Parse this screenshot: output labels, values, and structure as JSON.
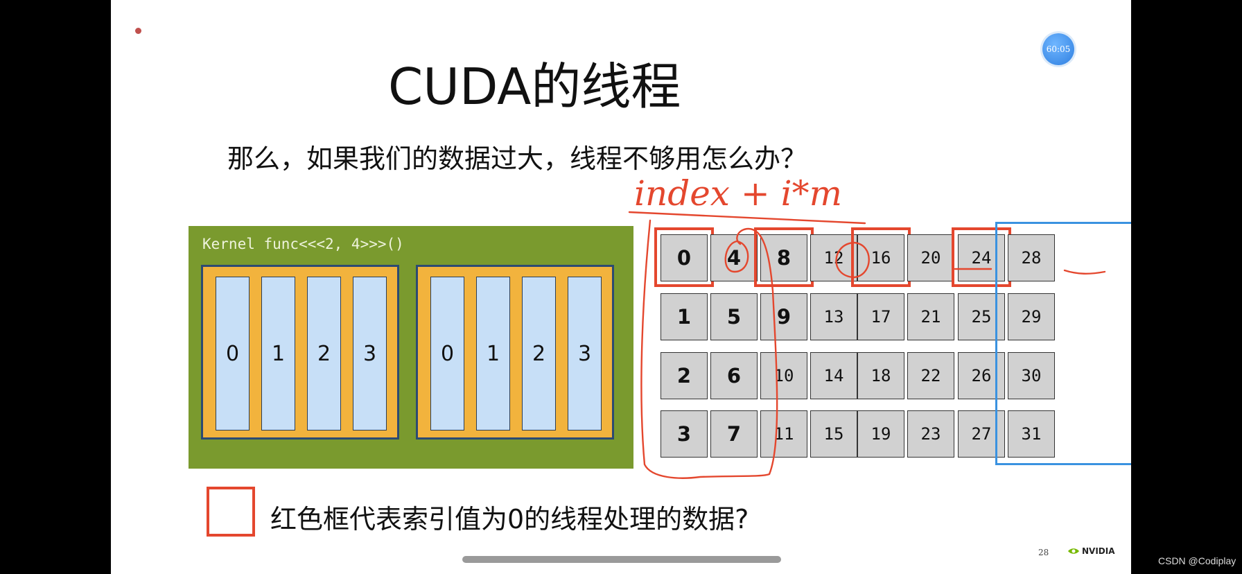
{
  "timer": {
    "text": "60:05"
  },
  "title": "CUDA的线程",
  "question": "那么，如果我们的数据过大，线程不够用怎么办？",
  "kernel": {
    "label": "Kernel func<<<2, 4>>>()",
    "blocks": [
      {
        "threads": [
          "0",
          "1",
          "2",
          "3"
        ]
      },
      {
        "threads": [
          "0",
          "1",
          "2",
          "3"
        ]
      }
    ]
  },
  "grid": {
    "columns": [
      [
        "0",
        "1",
        "2",
        "3"
      ],
      [
        "4",
        "5",
        "6",
        "7"
      ],
      [
        "8",
        "9",
        "10",
        "11"
      ],
      [
        "12",
        "13",
        "14",
        "15"
      ],
      [
        "16",
        "17",
        "18",
        "19"
      ],
      [
        "20",
        "21",
        "22",
        "23"
      ],
      [
        "24",
        "25",
        "26",
        "27"
      ],
      [
        "28",
        "29",
        "30",
        "31"
      ]
    ],
    "highlighted": [
      "0",
      "8",
      "16",
      "24"
    ]
  },
  "annotation": {
    "handwriting": "index + i*m"
  },
  "legend": {
    "text": "红色框代表索引值为0的线程处理的数据?"
  },
  "footer": {
    "page_number": "28",
    "logo": "NVIDIA"
  },
  "watermark": "CSDN @Codiplay",
  "colors": {
    "accent_red": "#e4472e",
    "accent_blue": "#3a92e0",
    "kernel_green": "#7a9a2e",
    "block_orange": "#f2b33d",
    "thread_blue": "#c7dff7"
  }
}
